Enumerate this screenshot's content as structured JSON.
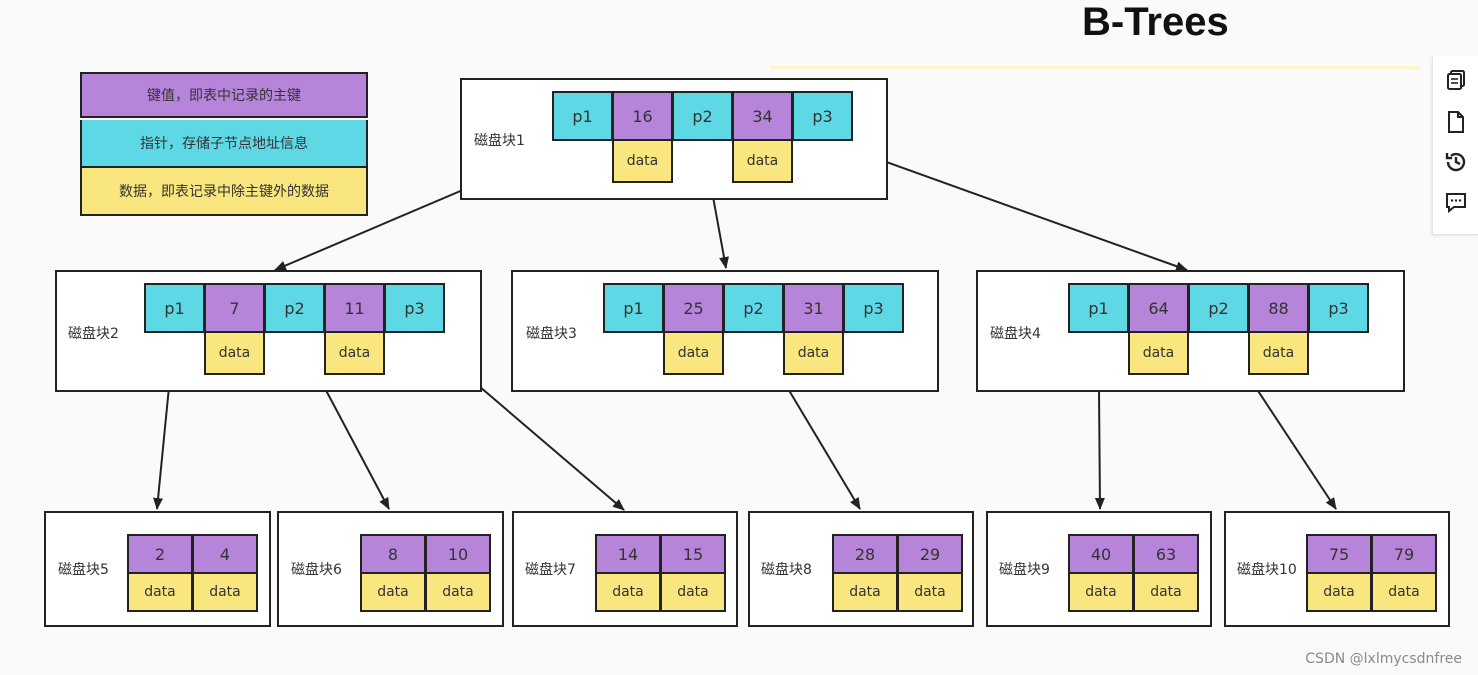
{
  "title": "B-Trees",
  "legend": [
    {
      "text": "键值，即表中记录的主键",
      "color": "#b684d9"
    },
    {
      "text": "指针，存储子节点地址信息",
      "color": "#5fd8e6"
    },
    {
      "text": "数据，即表记录中除主键外的数据",
      "color": "#f9e67e"
    }
  ],
  "block_name_prefix": "磁盘块",
  "internal_blocks": [
    {
      "label": "磁盘块1",
      "keys": [
        "16",
        "34"
      ],
      "pointers": [
        "p1",
        "p2",
        "p3"
      ],
      "data": [
        "data",
        "data"
      ]
    },
    {
      "label": "磁盘块2",
      "keys": [
        "7",
        "11"
      ],
      "pointers": [
        "p1",
        "p2",
        "p3"
      ],
      "data": [
        "data",
        "data"
      ]
    },
    {
      "label": "磁盘块3",
      "keys": [
        "25",
        "31"
      ],
      "pointers": [
        "p1",
        "p2",
        "p3"
      ],
      "data": [
        "data",
        "data"
      ]
    },
    {
      "label": "磁盘块4",
      "keys": [
        "64",
        "88"
      ],
      "pointers": [
        "p1",
        "p2",
        "p3"
      ],
      "data": [
        "data",
        "data"
      ]
    }
  ],
  "leaf_blocks": [
    {
      "label": "磁盘块5",
      "keys": [
        "2",
        "4"
      ],
      "data": [
        "data",
        "data"
      ]
    },
    {
      "label": "磁盘块6",
      "keys": [
        "8",
        "10"
      ],
      "data": [
        "data",
        "data"
      ]
    },
    {
      "label": "磁盘块7",
      "keys": [
        "14",
        "15"
      ],
      "data": [
        "data",
        "data"
      ]
    },
    {
      "label": "磁盘块8",
      "keys": [
        "28",
        "29"
      ],
      "data": [
        "data",
        "data"
      ]
    },
    {
      "label": "磁盘块9",
      "keys": [
        "40",
        "63"
      ],
      "data": [
        "data",
        "data"
      ]
    },
    {
      "label": "磁盘块10",
      "keys": [
        "75",
        "79"
      ],
      "data": [
        "data",
        "data"
      ]
    }
  ],
  "edges": [
    {
      "from": "磁盘块1",
      "pointer": "p1",
      "to": "磁盘块2"
    },
    {
      "from": "磁盘块1",
      "pointer": "p2",
      "to": "磁盘块3"
    },
    {
      "from": "磁盘块1",
      "pointer": "p3",
      "to": "磁盘块4"
    },
    {
      "from": "磁盘块2",
      "pointer": "p1",
      "to": "磁盘块5"
    },
    {
      "from": "磁盘块2",
      "pointer": "p2",
      "to": "磁盘块6"
    },
    {
      "from": "磁盘块2",
      "pointer": "p3",
      "to": "磁盘块7"
    },
    {
      "from": "磁盘块3",
      "pointer": "p2",
      "to": "磁盘块8"
    },
    {
      "from": "磁盘块4",
      "pointer": "p1",
      "to": "磁盘块9"
    },
    {
      "from": "磁盘块4",
      "pointer": "p2",
      "to": "磁盘块10"
    }
  ],
  "sidebar_icons": [
    "copy-icon",
    "file-icon",
    "history-icon",
    "comment-icon"
  ],
  "watermark": "CSDN @lxlmycsdnfree",
  "colors": {
    "pointer": "#5fd8e6",
    "key": "#b684d9",
    "data": "#f9e67e",
    "line": "#222222"
  }
}
